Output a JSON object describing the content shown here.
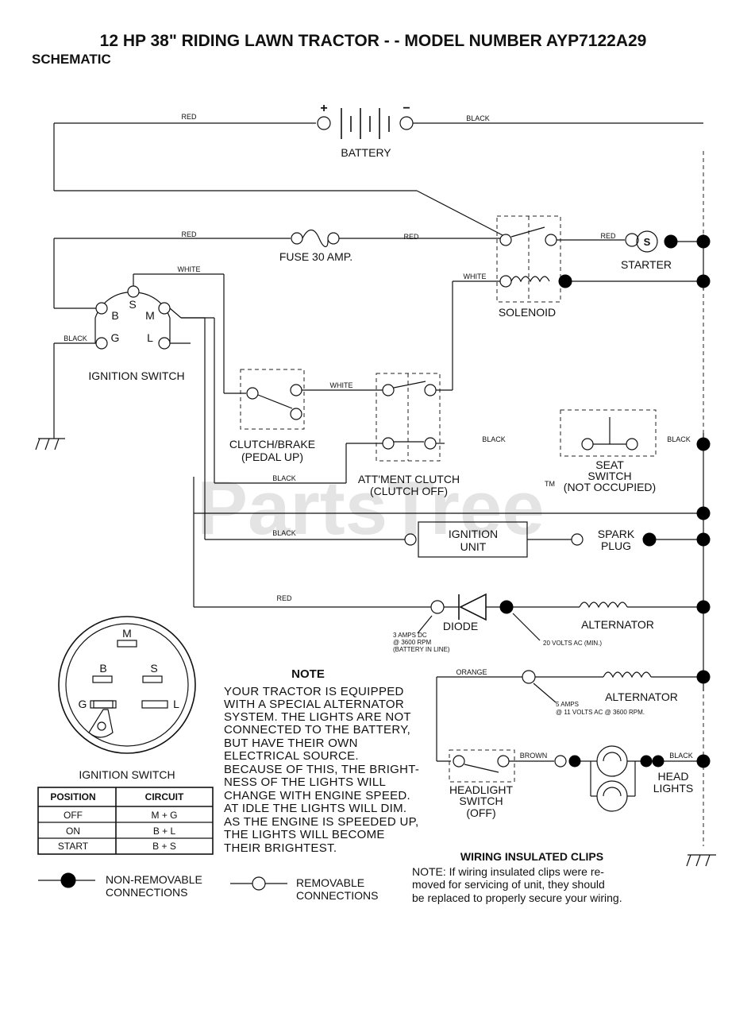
{
  "header": {
    "title": "12 HP 38\" RIDING LAWN TRACTOR - - MODEL NUMBER AYP7122A29",
    "subtitle": "SCHEMATIC"
  },
  "watermark": {
    "text": "PartsTree",
    "tm": "TM"
  },
  "wires": {
    "red_top": "RED",
    "black_top": "BLACK",
    "red_fuse_left": "RED",
    "red_fuse_right": "RED",
    "red_starter": "RED",
    "white_ign": "WHITE",
    "white_sol": "WHITE",
    "white_clutch": "WHITE",
    "black_gnd": "BLACK",
    "black_mid": "BLACK",
    "black_att": "BLACK",
    "black_ign": "BLACK",
    "black_seat": "BLACK",
    "red_diode": "RED",
    "orange": "ORANGE",
    "brown": "BROWN",
    "black_head": "BLACK"
  },
  "components": {
    "battery": "BATTERY",
    "battery_pos": "+",
    "battery_neg": "−",
    "fuse": "FUSE 30 AMP.",
    "starter": "STARTER",
    "starter_s": "S",
    "solenoid": "SOLENOID",
    "ignition_switch": "IGNITION SWITCH",
    "term_s": "S",
    "term_b": "B",
    "term_m": "M",
    "term_g": "G",
    "term_l": "L",
    "clutch_l1": "CLUTCH/BRAKE",
    "clutch_l2": "(PEDAL UP)",
    "att_l1": "ATT'MENT CLUTCH",
    "att_l2": "(CLUTCH OFF)",
    "seat_l1": "SEAT",
    "seat_l2": "SWITCH",
    "seat_l3": "(NOT OCCUPIED)",
    "ign_unit_l1": "IGNITION",
    "ign_unit_l2": "UNIT",
    "spark_l1": "SPARK",
    "spark_l2": "PLUG",
    "diode": "DIODE",
    "alternator1": "ALTERNATOR",
    "alternator2": "ALTERNATOR",
    "amps_l1": "3 AMPS DC",
    "amps_l2": "@ 3600 RPM",
    "amps_l3": "(BATTERY IN LINE)",
    "volts": "20 VOLTS AC (MIN.)",
    "alt2_l1": "5 AMPS",
    "alt2_l2": "@ 11 VOLTS AC @ 3600 RPM.",
    "head_sw_l1": "HEADLIGHT",
    "head_sw_l2": "SWITCH",
    "head_sw_l3": "(OFF)",
    "head_l1": "HEAD",
    "head_l2": "LIGHTS"
  },
  "switch_face": {
    "title": "IGNITION SWITCH",
    "m": "M",
    "b": "B",
    "s": "S",
    "g": "G",
    "l": "L"
  },
  "position_table": {
    "headers": [
      "POSITION",
      "CIRCUIT"
    ],
    "rows": [
      [
        "OFF",
        "M + G"
      ],
      [
        "ON",
        "B + L"
      ],
      [
        "START",
        "B + S"
      ]
    ]
  },
  "note": {
    "heading": "NOTE",
    "lines": [
      "YOUR TRACTOR IS EQUIPPED",
      "WITH A SPECIAL ALTERNATOR",
      "SYSTEM.  THE LIGHTS ARE NOT",
      "CONNECTED TO  THE BATTERY,",
      "BUT HAVE THEIR OWN",
      "ELECTRICAL SOURCE.",
      "BECAUSE OF THIS, THE BRIGHT-",
      "NESS OF THE LIGHTS WILL",
      "CHANGE WITH ENGINE SPEED.",
      "AT IDLE THE LIGHTS WILL DIM.",
      "AS THE ENGINE IS SPEEDED UP,",
      "THE LIGHTS WILL BECOME",
      "THEIR BRIGHTEST."
    ]
  },
  "legend": {
    "non_removable_l1": "NON-REMOVABLE",
    "non_removable_l2": "CONNECTIONS",
    "removable_l1": "REMOVABLE",
    "removable_l2": "CONNECTIONS"
  },
  "clips_note": {
    "heading": "WIRING INSULATED CLIPS",
    "lines": [
      "NOTE: If wiring insulated clips  were  re-",
      "moved  for servicing  of  unit,  they should",
      "be replaced to properly secure your wiring."
    ]
  }
}
